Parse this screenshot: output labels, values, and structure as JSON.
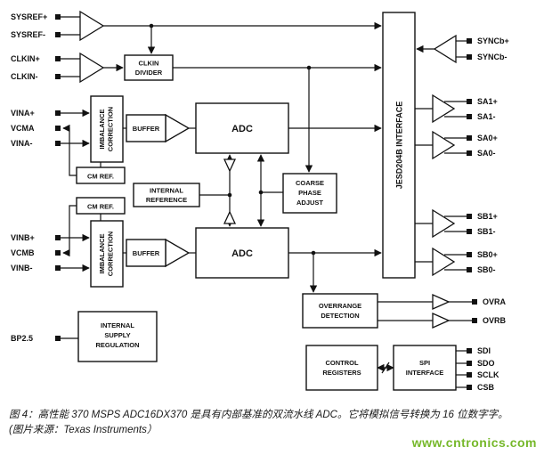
{
  "figure": {
    "caption_line1": "图 4：高性能 370 MSPS ADC16DX370 是具有内部基准的双流水线 ADC。它将模拟信号转换为 16 位数字字。",
    "caption_line2": "(图片来源：Texas Instruments）",
    "watermark": "www.cntronics.com"
  },
  "pins": {
    "left": [
      "SYSREF+",
      "SYSREF-",
      "CLKIN+",
      "CLKIN-",
      "VINA+",
      "VCMA",
      "VINA-",
      "VINB+",
      "VCMB",
      "VINB-",
      "BP2.5"
    ],
    "right": [
      "SYNCb+",
      "SYNCb-",
      "SA1+",
      "SA1-",
      "SA0+",
      "SA0-",
      "SB1+",
      "SB1-",
      "SB0+",
      "SB0-",
      "OVRA",
      "OVRB",
      "SDI",
      "SDO",
      "SCLK",
      "CSB"
    ]
  },
  "blocks": {
    "clkin_divider": [
      "CLKIN",
      "DIVIDER"
    ],
    "imbalance": [
      "IMBALANCE",
      "CORRECTION"
    ],
    "buffer": "BUFFER",
    "adc": "ADC",
    "cm_ref": "CM REF.",
    "internal_reference": [
      "INTERNAL",
      "REFERENCE"
    ],
    "coarse_phase_adjust": [
      "COARSE",
      "PHASE",
      "ADJUST"
    ],
    "internal_supply_regulation": [
      "INTERNAL",
      "SUPPLY",
      "REGULATION"
    ],
    "jesd204b_interface": "JESD204B INTERFACE",
    "overrange_detection": [
      "OVERRANGE",
      "DETECTION"
    ],
    "control_registers": [
      "CONTROL",
      "REGISTERS"
    ],
    "spi_interface": [
      "SPI",
      "INTERFACE"
    ]
  },
  "colors": {
    "line": "#111111",
    "watermark_green": "#76b82a"
  }
}
